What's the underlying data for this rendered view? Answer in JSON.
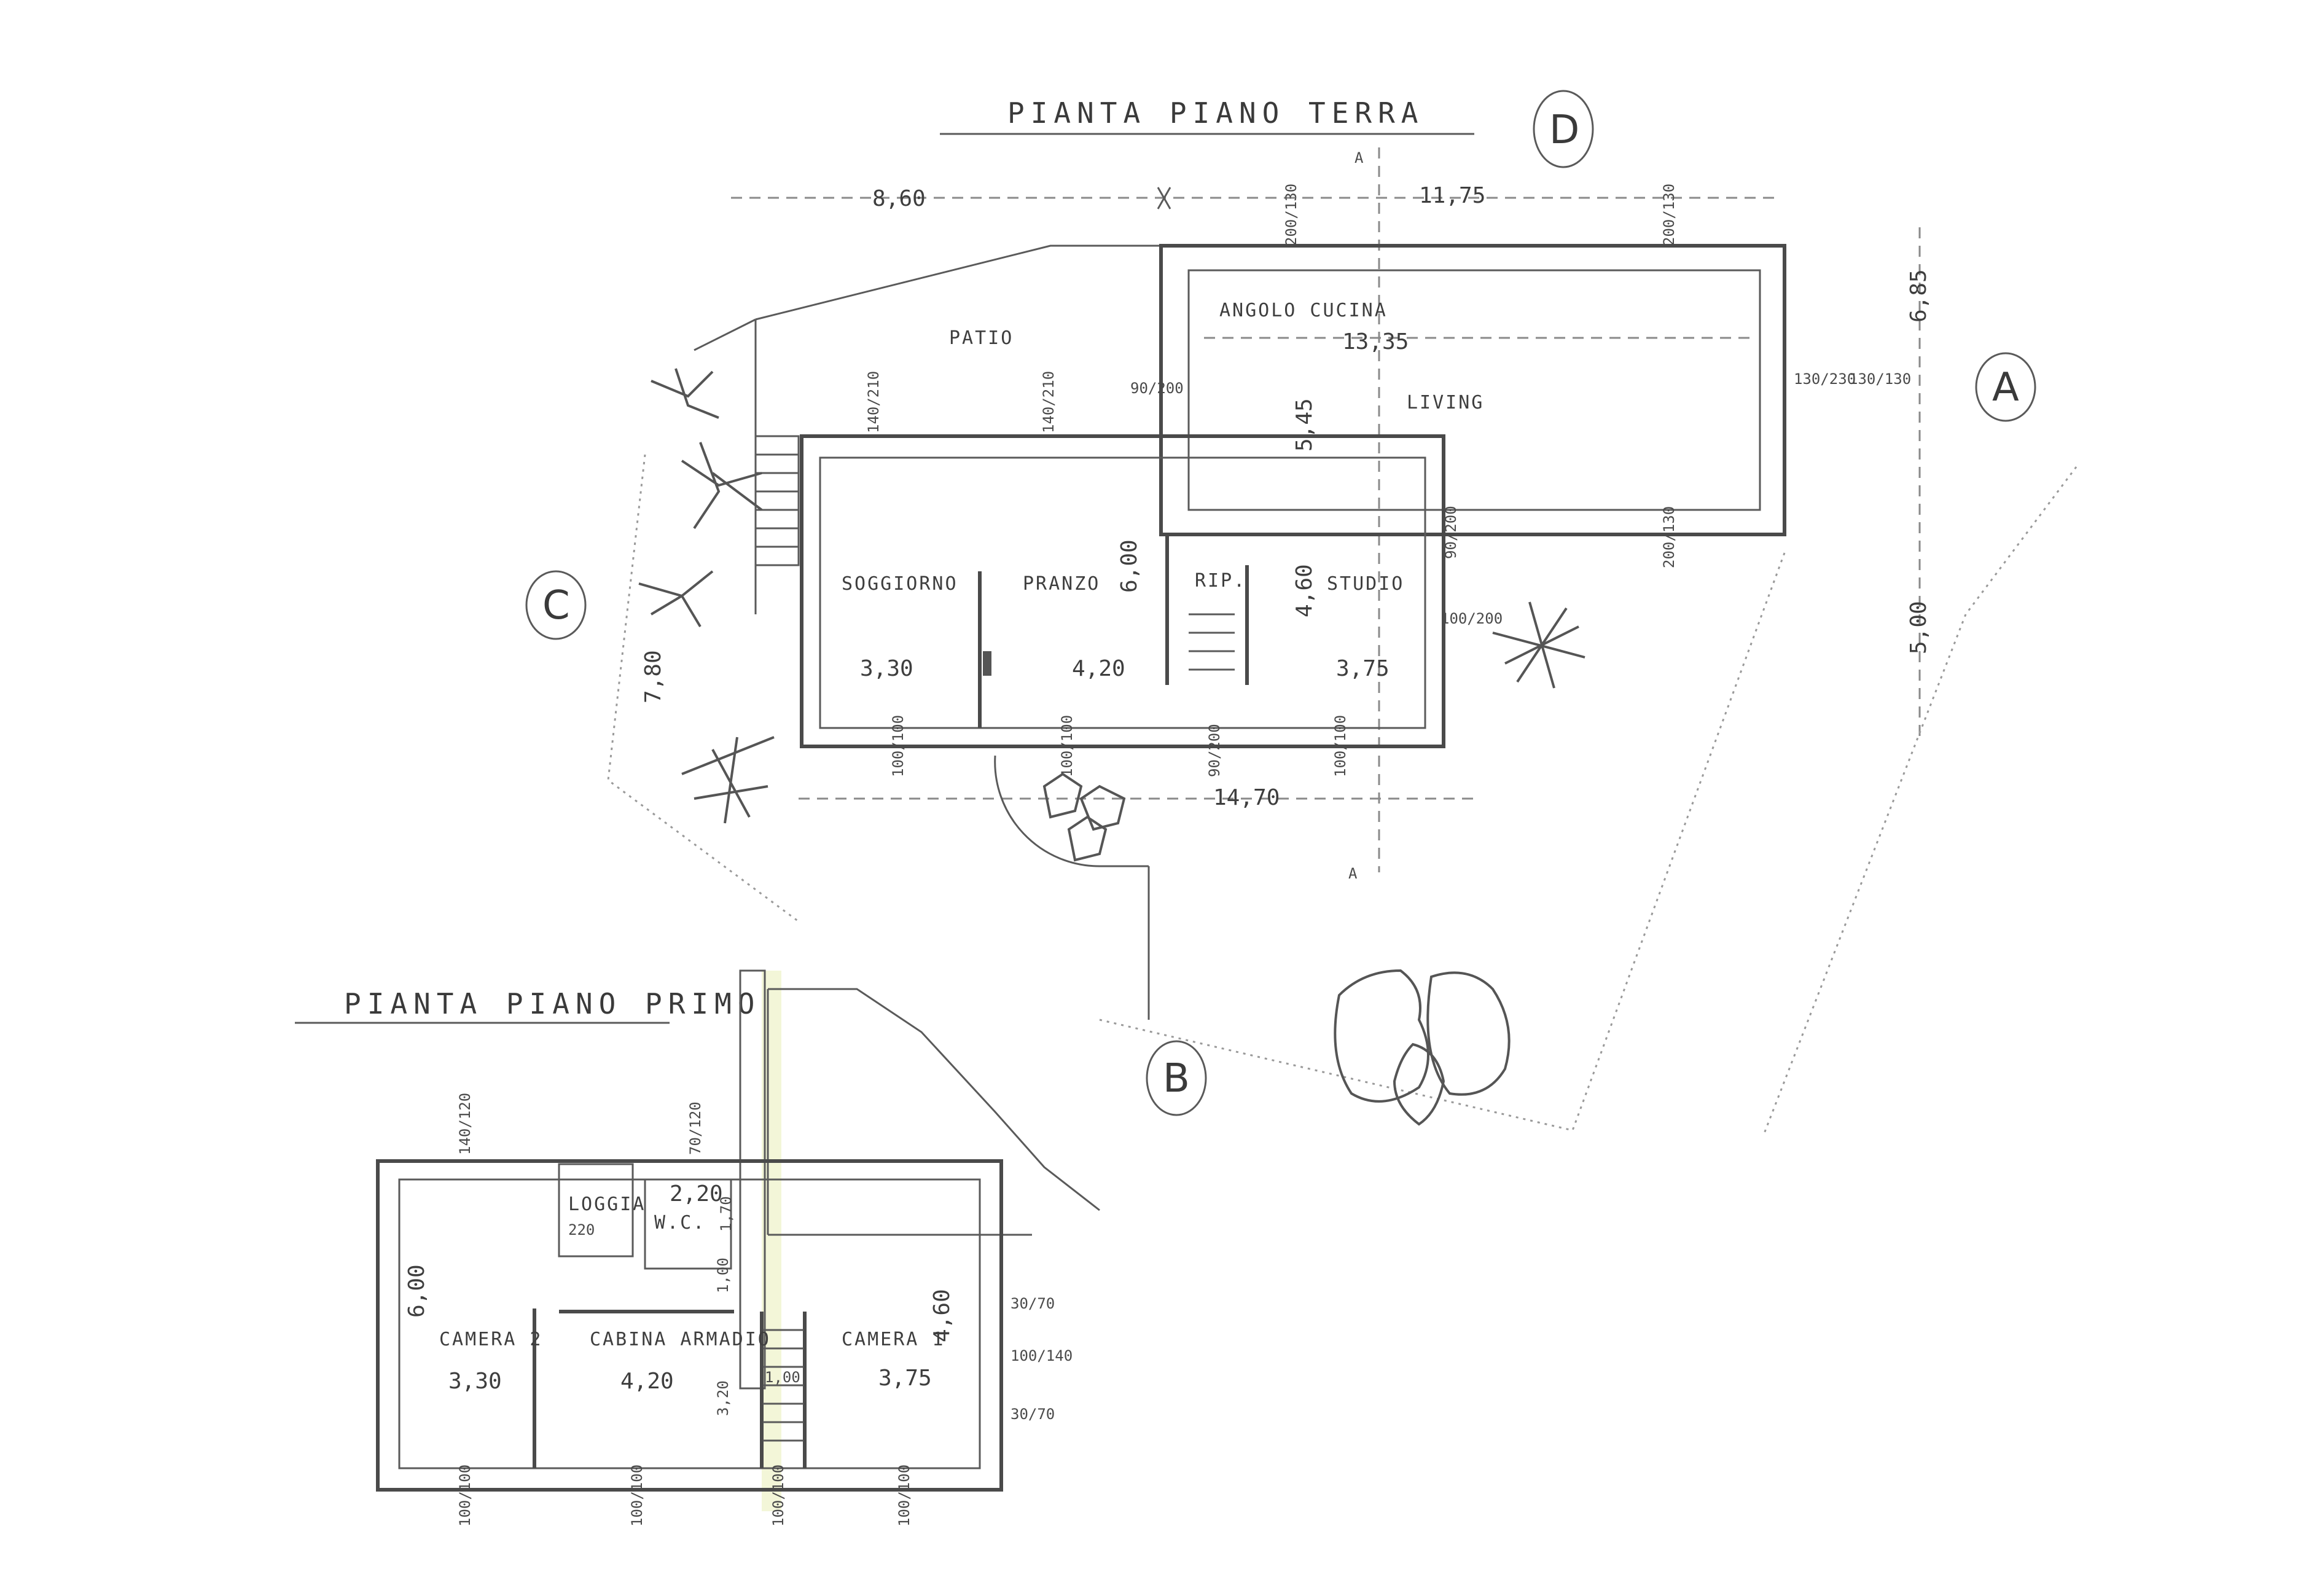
{
  "ground_floor": {
    "title": "PIANTA PIANO TERRA",
    "rooms": {
      "patio": "PATIO",
      "kitchen": "ANGOLO CUCINA",
      "living": "LIVING",
      "soggiorno": "SOGGIORNO",
      "pranzo": "PRANZO",
      "rip": "RIP.",
      "studio": "STUDIO"
    },
    "dimensions": {
      "west_width": "8,60",
      "east_width": "11,75",
      "living_width": "13,35",
      "living_depth": "5,45",
      "soggiorno_width": "3,30",
      "pranzo_width": "4,20",
      "pranzo_depth": "6,00",
      "studio_width": "3,75",
      "studio_depth": "4,60",
      "south_width": "14,70",
      "garden_depth": "7,80",
      "east_upper": "6,85",
      "east_lower": "5,00"
    },
    "openings": {
      "kitchen_window": "200/130",
      "living_north_window": "200/130",
      "living_east_window_a": "130/230",
      "living_east_window_b": "130/130",
      "patio_door": "90/200",
      "soggiorno_north_window": "140/210",
      "pranzo_north_window": "140/210",
      "soggiorno_south_window": "100/100",
      "pranzo_south_window": "100/100",
      "rip_door": "90/200",
      "studio_south_window": "100/100",
      "studio_east_door": "100/200",
      "studio_ne_door": "90/200",
      "living_south_window": "200/130"
    },
    "markers": [
      "A",
      "B",
      "C",
      "D"
    ],
    "section_label": "A"
  },
  "first_floor": {
    "title": "PIANTA PIANO PRIMO",
    "rooms": {
      "camera2": "CAMERA 2",
      "loggia": "LOGGIA",
      "wc": "W.C.",
      "cabina": "CABINA ARMADIO",
      "camera1": "CAMERA 1"
    },
    "dimensions": {
      "camera2_width": "3,30",
      "camera2_depth": "6,00",
      "wc_width": "2,20",
      "wc_depth": "1,70",
      "corridor": "1,00",
      "cabina_width": "4,20",
      "cabina_depth": "3,20",
      "stair_width": "1,00",
      "camera1_width": "3,75",
      "camera1_depth": "4,60"
    },
    "openings": {
      "camera2_north_window": "140/120",
      "wc_window": "70/120",
      "loggia_door": "220",
      "camera2_south_window": "100/100",
      "cabina_south_window": "100/100",
      "stair_south_window": "100/100",
      "camera1_south_window": "100/100",
      "camera1_east_window_top": "30/70",
      "camera1_east_window_mid": "100/140",
      "camera1_east_window_bottom": "30/70"
    }
  }
}
